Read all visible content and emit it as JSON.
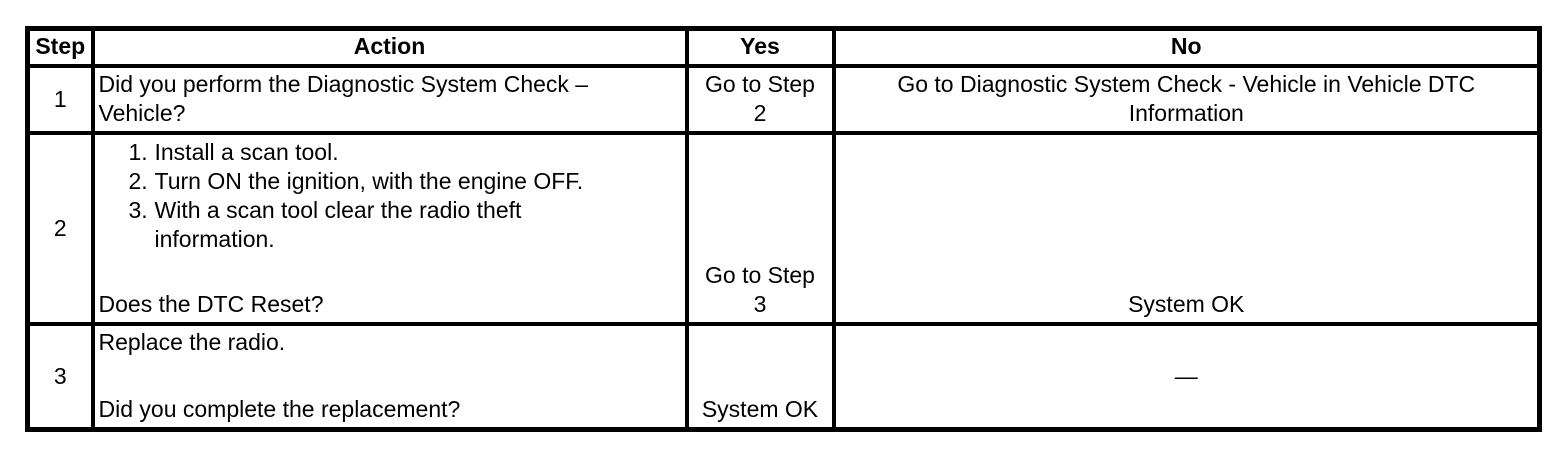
{
  "colors": {
    "background": "#ffffff",
    "border": "#000000",
    "text": "#000000"
  },
  "table": {
    "headers": {
      "step": "Step",
      "action": "Action",
      "yes": "Yes",
      "no": "No"
    },
    "rows": [
      {
        "step": "1",
        "question": "Did you perform the Diagnostic System Check – Vehicle?",
        "yes": "Go to Step 2",
        "no": "Go to Diagnostic System Check - Vehicle in Vehicle DTC Information"
      },
      {
        "step": "2",
        "list": [
          {
            "num": "1.",
            "text": "Install a scan tool."
          },
          {
            "num": "2.",
            "text": "Turn ON the ignition, with the engine OFF."
          },
          {
            "num": "3.",
            "text": "With a scan tool clear the radio theft information."
          }
        ],
        "question": "Does the DTC Reset?",
        "yes": "Go to Step 3",
        "no": "System OK"
      },
      {
        "step": "3",
        "instruction": "Replace the radio.",
        "question": "Did you complete the replacement?",
        "yes": "System OK",
        "no": "—"
      }
    ]
  }
}
